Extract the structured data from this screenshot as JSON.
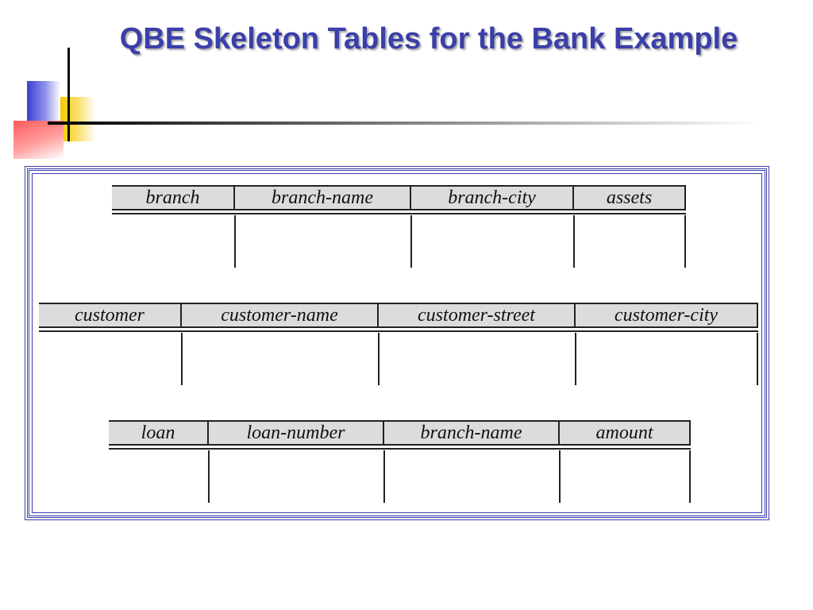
{
  "slide": {
    "title": "QBE Skeleton Tables for the Bank Example"
  },
  "tables": [
    {
      "name": "branch",
      "columns": [
        "branch-name",
        "branch-city",
        "assets"
      ]
    },
    {
      "name": "customer",
      "columns": [
        "customer-name",
        "customer-street",
        "customer-city"
      ]
    },
    {
      "name": "loan",
      "columns": [
        "loan-number",
        "branch-name",
        "amount"
      ]
    }
  ],
  "colors": {
    "title": "#3b3fa8",
    "header_fill": "#dcdcde",
    "frame": "#3b3fa8"
  }
}
